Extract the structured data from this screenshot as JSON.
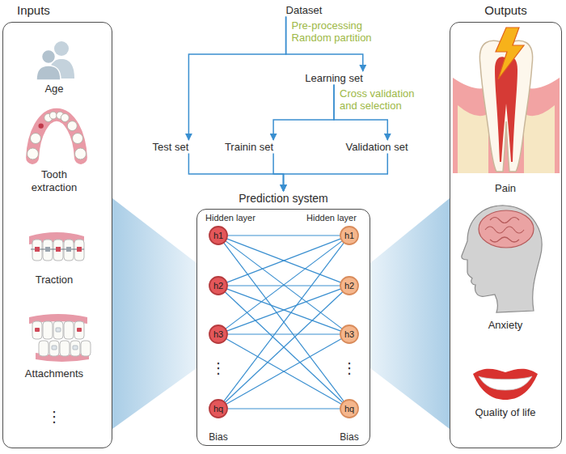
{
  "diagram": {
    "nodes": [
      {
        "text": [
          "Inputs"
        ]
      },
      {
        "text": [
          "Age"
        ],
        "in": 0
      },
      {
        "text": [
          "Tooth extraction"
        ],
        "in": 0
      },
      {
        "text": [
          "Traction"
        ],
        "in": 0
      },
      {
        "text": [
          "Attachments"
        ],
        "in": 0
      },
      {
        "text": [
          "Dataset"
        ]
      },
      {
        "text": [
          "Learning set"
        ]
      },
      {
        "text": [
          "Test set"
        ]
      },
      {
        "text": [
          "Trainin set"
        ]
      },
      {
        "text": [
          "Validation set"
        ]
      },
      {
        "text": [
          "Prediction system"
        ]
      },
      {
        "text": [
          "h1"
        ],
        "in": 10
      },
      {
        "text": [
          "h2"
        ],
        "in": 10
      },
      {
        "text": [
          "h3"
        ],
        "in": 10
      },
      {
        "text": [
          "hq"
        ],
        "in": 10
      },
      {
        "text": [
          "h1"
        ],
        "in": 10
      },
      {
        "text": [
          "h2"
        ],
        "in": 10
      },
      {
        "text": [
          "h3"
        ],
        "in": 10
      },
      {
        "text": [
          "hq"
        ],
        "in": 10
      },
      {
        "text": [
          "Outputs"
        ]
      },
      {
        "text": [
          "Pain"
        ],
        "in": 19
      },
      {
        "text": [
          "Anxiety"
        ],
        "in": 19
      },
      {
        "text": [
          "Quality of life"
        ],
        "in": 19
      }
    ],
    "edges": [
      {
        "from": 5,
        "to": 7,
        "arrow": "to"
      },
      {
        "from": 5,
        "to": 6,
        "label": "Pre-processing Random partition",
        "arrow": "to"
      },
      {
        "from": 6,
        "to": 8,
        "arrow": "to"
      },
      {
        "from": 6,
        "to": 9,
        "label": "Cross validation and selection",
        "arrow": "to"
      },
      {
        "from": 7,
        "to": 10,
        "arrow": "to"
      },
      {
        "from": 8,
        "to": 10,
        "arrow": "to"
      },
      {
        "from": 9,
        "to": 10,
        "arrow": "to"
      },
      {
        "from": 11,
        "to": 15,
        "arrow": "none"
      },
      {
        "from": 11,
        "to": 16,
        "arrow": "none"
      },
      {
        "from": 11,
        "to": 17,
        "arrow": "none"
      },
      {
        "from": 11,
        "to": 18,
        "arrow": "none"
      },
      {
        "from": 12,
        "to": 15,
        "arrow": "none"
      },
      {
        "from": 12,
        "to": 16,
        "arrow": "none"
      },
      {
        "from": 12,
        "to": 17,
        "arrow": "none"
      },
      {
        "from": 12,
        "to": 18,
        "arrow": "none"
      },
      {
        "from": 13,
        "to": 15,
        "arrow": "none"
      },
      {
        "from": 13,
        "to": 16,
        "arrow": "none"
      },
      {
        "from": 13,
        "to": 17,
        "arrow": "none"
      },
      {
        "from": 13,
        "to": 18,
        "arrow": "none"
      },
      {
        "from": 14,
        "to": 15,
        "arrow": "none"
      },
      {
        "from": 14,
        "to": 16,
        "arrow": "none"
      },
      {
        "from": 14,
        "to": 17,
        "arrow": "none"
      },
      {
        "from": 14,
        "to": 18,
        "arrow": "none"
      }
    ],
    "labels": [
      "⋮",
      "Hidden layer",
      "Hidden layer",
      "⋮",
      "⋮",
      "Bias",
      "Bias"
    ]
  }
}
